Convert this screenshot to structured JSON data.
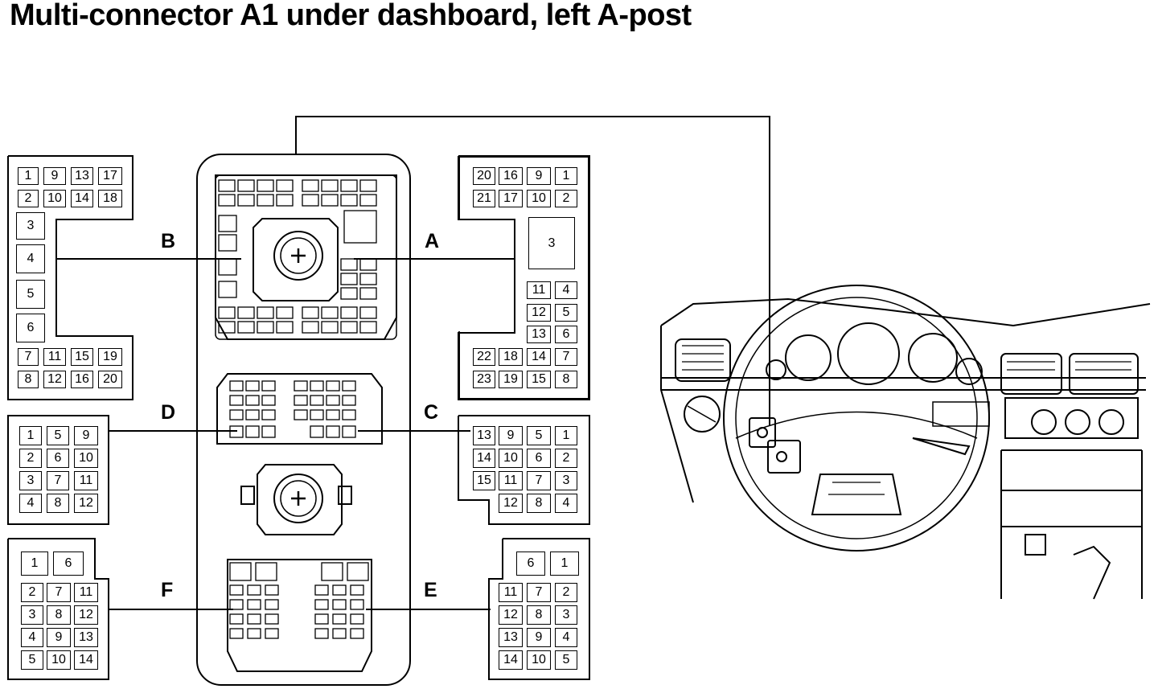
{
  "title": "Multi-connector A1 under dashboard, left A-post",
  "connectors": {
    "A": {
      "label": "A",
      "pins": [
        "20",
        "16",
        "9",
        "1",
        "21",
        "17",
        "10",
        "2",
        "3",
        "11",
        "4",
        "12",
        "5",
        "13",
        "6",
        "22",
        "18",
        "14",
        "7",
        "23",
        "19",
        "15",
        "8"
      ]
    },
    "B": {
      "label": "B",
      "pins": [
        "1",
        "9",
        "13",
        "17",
        "2",
        "10",
        "14",
        "18",
        "3",
        "4",
        "5",
        "6",
        "7",
        "11",
        "15",
        "19",
        "8",
        "12",
        "16",
        "20"
      ]
    },
    "C": {
      "label": "C",
      "pins": [
        "13",
        "9",
        "5",
        "1",
        "14",
        "10",
        "6",
        "2",
        "15",
        "11",
        "7",
        "3",
        "12",
        "8",
        "4"
      ]
    },
    "D": {
      "label": "D",
      "pins": [
        "1",
        "5",
        "9",
        "2",
        "6",
        "10",
        "3",
        "7",
        "11",
        "4",
        "8",
        "12"
      ]
    },
    "E": {
      "label": "E",
      "pins": [
        "6",
        "1",
        "11",
        "7",
        "2",
        "12",
        "8",
        "3",
        "13",
        "9",
        "4",
        "14",
        "10",
        "5"
      ]
    },
    "F": {
      "label": "F",
      "pins": [
        "1",
        "6",
        "2",
        "7",
        "11",
        "3",
        "8",
        "12",
        "4",
        "9",
        "13",
        "5",
        "10",
        "14"
      ]
    }
  }
}
